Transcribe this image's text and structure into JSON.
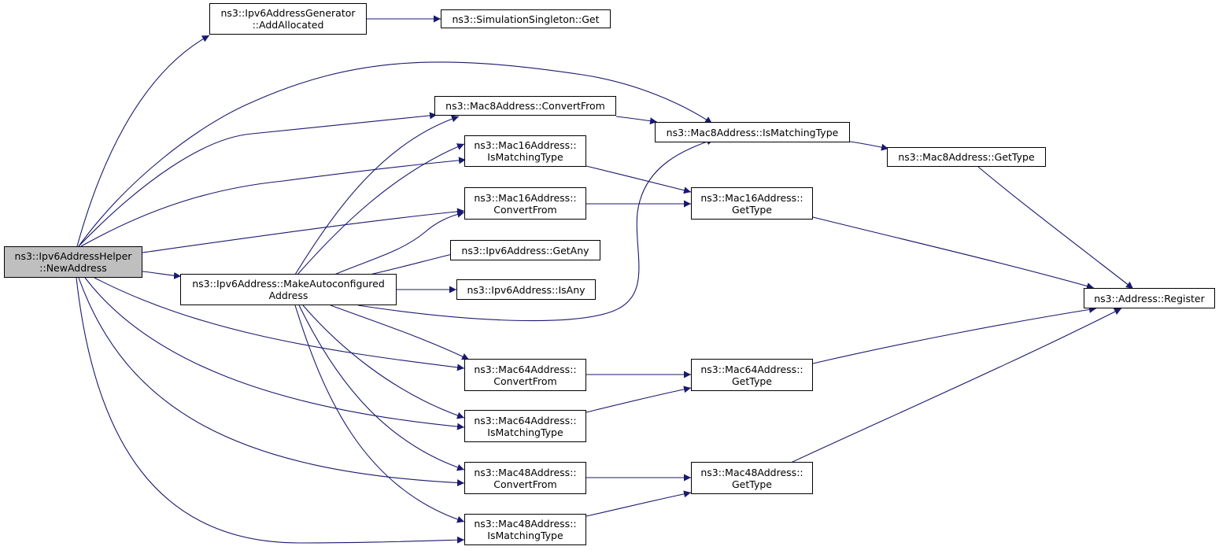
{
  "colors": {
    "edge": "#191970",
    "root_fill": "#bfbfbf",
    "node_fill": "#ffffff",
    "node_border": "#000000"
  },
  "nodes": {
    "root": {
      "line1": "ns3::Ipv6AddressHelper",
      "line2": "::NewAddress"
    },
    "add_allocated": {
      "line1": "ns3::Ipv6AddressGenerator",
      "line2": "::AddAllocated"
    },
    "sim_get": {
      "line1": "ns3::SimulationSingleton::Get"
    },
    "mac8_convert": {
      "line1": "ns3::Mac8Address::ConvertFrom"
    },
    "mac8_match": {
      "line1": "ns3::Mac8Address::IsMatchingType"
    },
    "mac8_gettype": {
      "line1": "ns3::Mac8Address::GetType"
    },
    "mac16_match": {
      "line1": "ns3::Mac16Address::",
      "line2": "IsMatchingType"
    },
    "mac16_convert": {
      "line1": "ns3::Mac16Address::",
      "line2": "ConvertFrom"
    },
    "mac16_gettype": {
      "line1": "ns3::Mac16Address::",
      "line2": "GetType"
    },
    "ipv6_getany": {
      "line1": "ns3::Ipv6Address::GetAny"
    },
    "make_auto": {
      "line1": "ns3::Ipv6Address::MakeAutoconfigured",
      "line2": "Address"
    },
    "ipv6_isany": {
      "line1": "ns3::Ipv6Address::IsAny"
    },
    "address_register": {
      "line1": "ns3::Address::Register"
    },
    "mac64_convert": {
      "line1": "ns3::Mac64Address::",
      "line2": "ConvertFrom"
    },
    "mac64_gettype": {
      "line1": "ns3::Mac64Address::",
      "line2": "GetType"
    },
    "mac64_match": {
      "line1": "ns3::Mac64Address::",
      "line2": "IsMatchingType"
    },
    "mac48_convert": {
      "line1": "ns3::Mac48Address::",
      "line2": "ConvertFrom"
    },
    "mac48_gettype": {
      "line1": "ns3::Mac48Address::",
      "line2": "GetType"
    },
    "mac48_match": {
      "line1": "ns3::Mac48Address::",
      "line2": "IsMatchingType"
    }
  }
}
